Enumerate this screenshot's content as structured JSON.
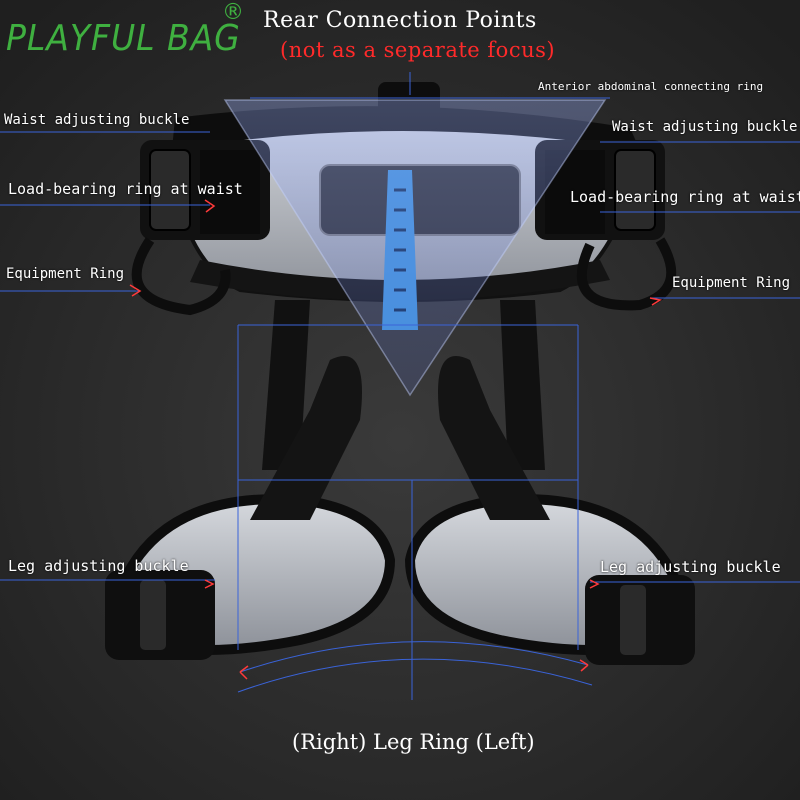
{
  "brand": {
    "name": "PLAYFUL BAG",
    "registered": "®"
  },
  "header": {
    "title": "Rear Connection Points",
    "subtitle": "(not as a separate focus)"
  },
  "labels": {
    "anterior_ring": "Anterior abdominal connecting ring",
    "waist_buckle_left": "Waist adjusting buckle",
    "waist_buckle_right": "Waist adjusting buckle",
    "load_ring_left": "Load-bearing ring at waist",
    "load_ring_right": "Load-bearing ring at waist",
    "equipment_ring_left": "Equipment Ring",
    "equipment_ring_right": "Equipment Ring",
    "leg_buckle_left": "Leg adjusting buckle",
    "leg_buckle_right": "Leg adjusting buckle"
  },
  "footer": {
    "caption": "(Right) Leg Ring (Left)"
  },
  "colors": {
    "brand_green": "#3fb040",
    "subtitle_red": "#ff2a2a",
    "guide_blue": "#3a63d8",
    "webbing_blue": "#4aa0e6",
    "strap_black": "#0d0d0d",
    "padding_gray": "#b8bcc4"
  }
}
